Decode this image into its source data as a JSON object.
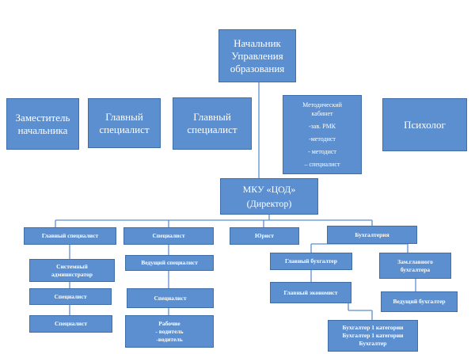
{
  "diagram": {
    "head": [
      "Начальник",
      "Управления",
      "образования"
    ],
    "deputy": [
      "Заместитель",
      "начальника"
    ],
    "chief_spec_1": [
      "Главный",
      "специалист"
    ],
    "chief_spec_2": [
      "Главный",
      "специалист"
    ],
    "methodical": [
      "Методический",
      "кабинет",
      "-зав. РМК",
      "-методист",
      "- методист",
      "– специалист"
    ],
    "psychologist": "Психолог",
    "mku": [
      "МКУ «ЦОД»",
      "(Директор)"
    ],
    "cod_chief_spec": "Главный специалист",
    "specialist": "Специалист",
    "lawyer": "Юрист",
    "accounting": "Бухгалтерия",
    "sysadmin": [
      "Системный",
      "администратор"
    ],
    "spec_a": "Специалист",
    "spec_b": "Специалист",
    "lead_spec": "Ведущий специалист",
    "spec_c": "Специалист",
    "workers": [
      "Рабочие",
      "- водитель",
      "-водитель"
    ],
    "chief_accountant": "Главный бухгалтер",
    "chief_economist": "Главный экономист",
    "deputy_chief_accountant": [
      "Зам.главного",
      "бухгалтера"
    ],
    "lead_accountant": "Ведущий бухгалтер",
    "accountants_cat1": [
      "Бухгалтер 1 категории",
      "Бухгалтер 1 категории",
      "Бухгалтер"
    ]
  },
  "colors": {
    "box_fill": "#5b8fd0",
    "box_border": "#3f6ea8",
    "text": "#ffffff",
    "connector": "#5b8fd0"
  }
}
